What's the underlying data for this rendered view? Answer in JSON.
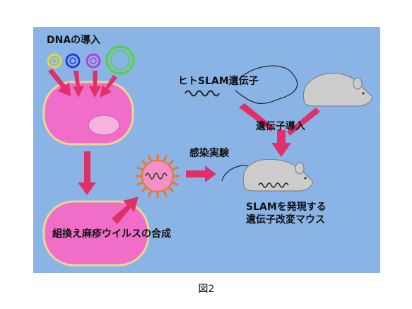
{
  "labels": {
    "dna_intro": "DNAの導入",
    "human_slam_gene": "ヒトSLAM遺伝子",
    "gene_intro": "遺伝子導入",
    "infection_experiment": "感染実験",
    "recombinant_virus": "組換え麻疹ウイルスの合成",
    "transgenic_mouse_line1": "SLAMを発現する",
    "transgenic_mouse_line2": "遺伝子改変マウス"
  },
  "caption": "図2",
  "colors": {
    "background": "#8ab4e6",
    "cell_fill": "#f06ec8",
    "cell_border": "#e8d890",
    "nucleus": "#f7b2e2",
    "arrow": "#e0306a",
    "virus_body": "#f490c4",
    "virus_spike": "#e87830",
    "mouse": "#cccccc",
    "plasmid_yellow": "#e6d83a",
    "plasmid_blue": "#2a3fd6",
    "plasmid_purple": "#b040d8",
    "plasmid_green": "#5ad04a"
  },
  "icons": [
    "plasmid-icon",
    "cell-icon",
    "virus-icon",
    "mouse-icon",
    "dna-wave-icon",
    "arrow-icon"
  ]
}
